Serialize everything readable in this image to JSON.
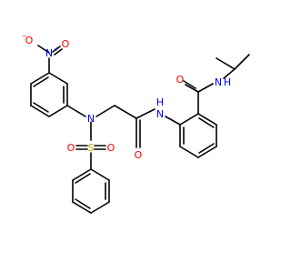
{
  "colors": {
    "bond": "#000000",
    "carbon": "#000000",
    "oxygen": "#ff0000",
    "nitrogen": "#0000ff",
    "sulfur": "#c8a000"
  },
  "atoms": {
    "nitro_o_minus": {
      "text": "O",
      "charge": "−"
    },
    "nitro_n": {
      "text": "N",
      "charge": "+"
    },
    "nitro_o_double": {
      "text": "O"
    },
    "sulfonamide_n": {
      "text": "N"
    },
    "sulfonyl_s": {
      "text": "S"
    },
    "sulfonyl_o_left": {
      "text": "O"
    },
    "sulfonyl_o_right": {
      "text": "O"
    },
    "amide_o_lower": {
      "text": "O"
    },
    "amide_nh_lower": {
      "text": "H",
      "text2": "N"
    },
    "amide_o_upper": {
      "text": "O"
    },
    "amide_nh_upper": {
      "text": "N",
      "text2": "H"
    }
  }
}
